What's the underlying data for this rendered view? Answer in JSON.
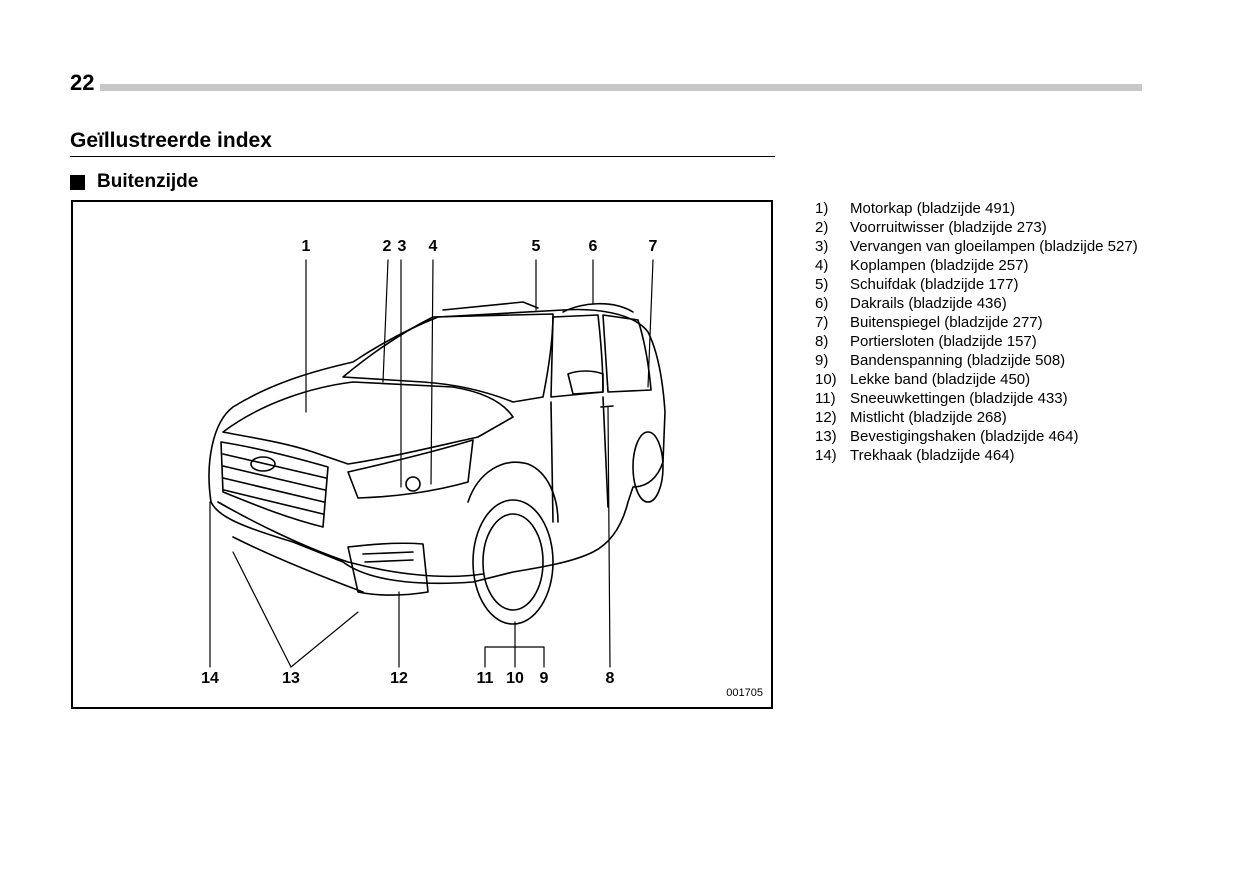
{
  "page": {
    "number": "22"
  },
  "section": {
    "title": "Geïllustreerde index"
  },
  "subsection": {
    "title": "Buitenzijde"
  },
  "figure": {
    "code": "001705",
    "callouts": [
      "1",
      "2",
      "3",
      "4",
      "5",
      "6",
      "7",
      "14",
      "13",
      "12",
      "11",
      "10",
      "9",
      "8"
    ]
  },
  "index": [
    {
      "num": "1)",
      "text": "Motorkap (bladzijde 491)"
    },
    {
      "num": "2)",
      "text": "Voorruitwisser (bladzijde 273)"
    },
    {
      "num": "3)",
      "text": "Vervangen van gloeilampen (bladzijde 527)"
    },
    {
      "num": "4)",
      "text": "Koplampen (bladzijde 257)"
    },
    {
      "num": "5)",
      "text": "Schuifdak (bladzijde 177)"
    },
    {
      "num": "6)",
      "text": "Dakrails (bladzijde 436)"
    },
    {
      "num": "7)",
      "text": "Buitenspiegel (bladzijde 277)"
    },
    {
      "num": "8)",
      "text": "Portiersloten (bladzijde 157)"
    },
    {
      "num": "9)",
      "text": "Bandenspanning (bladzijde 508)"
    },
    {
      "num": "10)",
      "text": "Lekke band (bladzijde 450)"
    },
    {
      "num": "11)",
      "text": "Sneeuwkettingen (bladzijde 433)"
    },
    {
      "num": "12)",
      "text": "Mistlicht (bladzijde 268)"
    },
    {
      "num": "13)",
      "text": "Bevestigingshaken (bladzijde 464)"
    },
    {
      "num": "14)",
      "text": "Trekhaak (bladzijde 464)"
    }
  ]
}
